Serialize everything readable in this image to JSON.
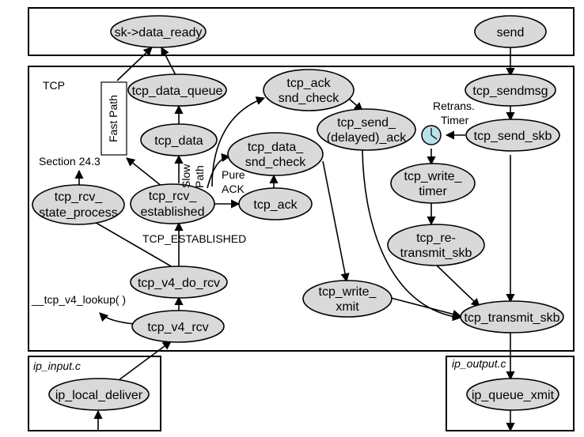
{
  "regions": {
    "tcp": "TCP",
    "ip_input": "ip_input.c",
    "ip_output": "ip_output.c"
  },
  "nodes": {
    "data_ready": "sk->data_ready",
    "send": "send",
    "tcp_data_queue": "tcp_data_queue",
    "tcp_ack_snd_check": [
      "tcp_ack",
      "snd_check"
    ],
    "tcp_sendmsg": "tcp_sendmsg",
    "tcp_send_delayed_ack": [
      "tcp_send_",
      "(delayed)_ack"
    ],
    "tcp_data": "tcp_data",
    "tcp_data_snd_check": [
      "tcp_data_",
      "snd_check"
    ],
    "tcp_send_skb": "tcp_send_skb",
    "tcp_write_timer": [
      "tcp_write_",
      "timer"
    ],
    "tcp_rcv_state_process": [
      "tcp_rcv_",
      "state_process"
    ],
    "tcp_rcv_established": [
      "tcp_rcv_",
      "established"
    ],
    "tcp_ack": "tcp_ack",
    "tcp_retransmit_skb": [
      "tcp_re-",
      "transmit_skb"
    ],
    "tcp_v4_do_rcv": "tcp_v4_do_rcv",
    "tcp_write_xmit": [
      "tcp_write_",
      "xmit"
    ],
    "tcp_transmit_skb": "tcp_transmit_skb",
    "tcp_v4_rcv": "tcp_v4_rcv",
    "ip_local_deliver": "ip_local_deliver",
    "ip_queue_xmit": "ip_queue_xmit"
  },
  "labels": {
    "fast_path": "Fast Path",
    "slow_path": [
      "Slow",
      "Path"
    ],
    "pure_ack": [
      "Pure",
      "ACK"
    ],
    "section": "Section 24.3",
    "tcp_established": "TCP_ESTABLISHED",
    "tcp_v4_lookup": "__tcp_v4_lookup( )",
    "retrans_timer": [
      "Retrans.",
      "Timer"
    ]
  },
  "icons": {
    "timer": "clock-icon"
  },
  "colors": {
    "node_fill": "#d9d9d9",
    "timer_fill": "#b7e3ea"
  }
}
